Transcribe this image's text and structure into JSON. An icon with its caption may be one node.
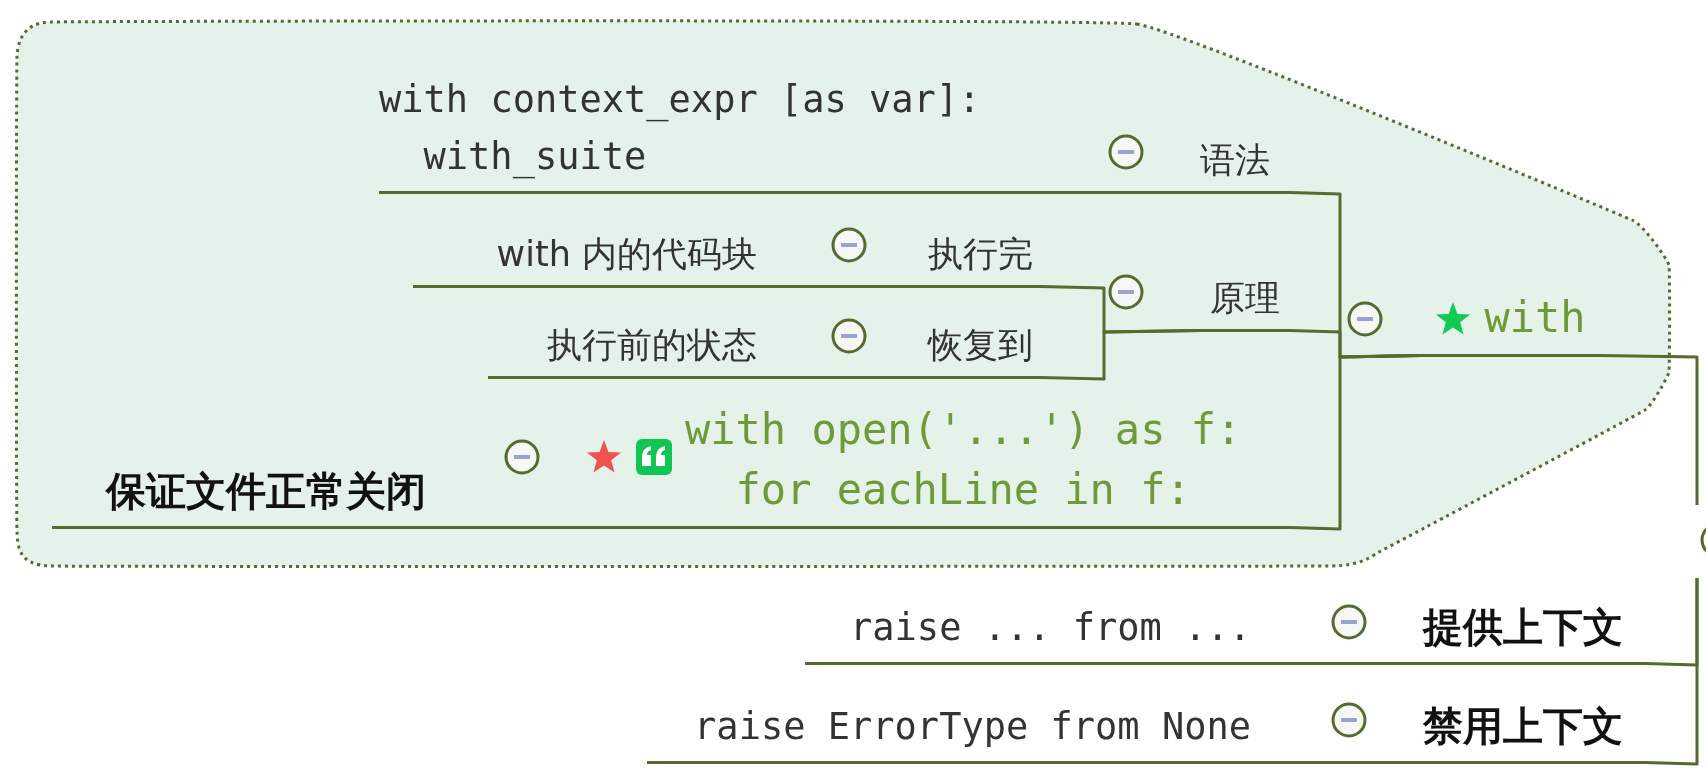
{
  "diagram": {
    "nodes": [
      {
        "text": [],
        "shape": "box"
      },
      {
        "text": [
          "with"
        ],
        "in": 0
      },
      {
        "text": [
          "语法"
        ],
        "in": 0
      },
      {
        "text": [
          "with context_expr [as var]: with_suite"
        ],
        "in": 0
      },
      {
        "text": [
          "原理"
        ],
        "in": 0
      },
      {
        "text": [
          "执行完"
        ],
        "in": 0
      },
      {
        "text": [
          "with 内的代码块"
        ],
        "in": 0
      },
      {
        "text": [
          "恢复到"
        ],
        "in": 0
      },
      {
        "text": [
          "执行前的状态"
        ],
        "in": 0
      },
      {
        "text": [
          "with open('...') as f: for eachLine in f:"
        ],
        "in": 0
      },
      {
        "text": [
          "保证文件正常关闭"
        ],
        "in": 0
      },
      {
        "text": [
          "提供上下文"
        ]
      },
      {
        "text": [
          "raise ... from ..."
        ]
      },
      {
        "text": [
          "禁用上下文"
        ]
      },
      {
        "text": [
          "raise ErrorType from None"
        ]
      }
    ],
    "edges": [
      {
        "from": null,
        "to": 1,
        "arrow": "none"
      },
      {
        "from": 1,
        "to": 2,
        "arrow": "none"
      },
      {
        "from": 2,
        "to": 3,
        "arrow": "none"
      },
      {
        "from": 1,
        "to": 4,
        "arrow": "none"
      },
      {
        "from": 4,
        "to": 5,
        "arrow": "none"
      },
      {
        "from": 5,
        "to": 6,
        "arrow": "none"
      },
      {
        "from": 4,
        "to": 7,
        "arrow": "none"
      },
      {
        "from": 7,
        "to": 8,
        "arrow": "none"
      },
      {
        "from": 1,
        "to": 9,
        "arrow": "none"
      },
      {
        "from": 9,
        "to": 10,
        "arrow": "none"
      },
      {
        "from": null,
        "to": 11,
        "arrow": "none"
      },
      {
        "from": 11,
        "to": 12,
        "arrow": "none"
      },
      {
        "from": null,
        "to": 13,
        "arrow": "none"
      },
      {
        "from": 13,
        "to": 14,
        "arrow": "none"
      }
    ]
  }
}
